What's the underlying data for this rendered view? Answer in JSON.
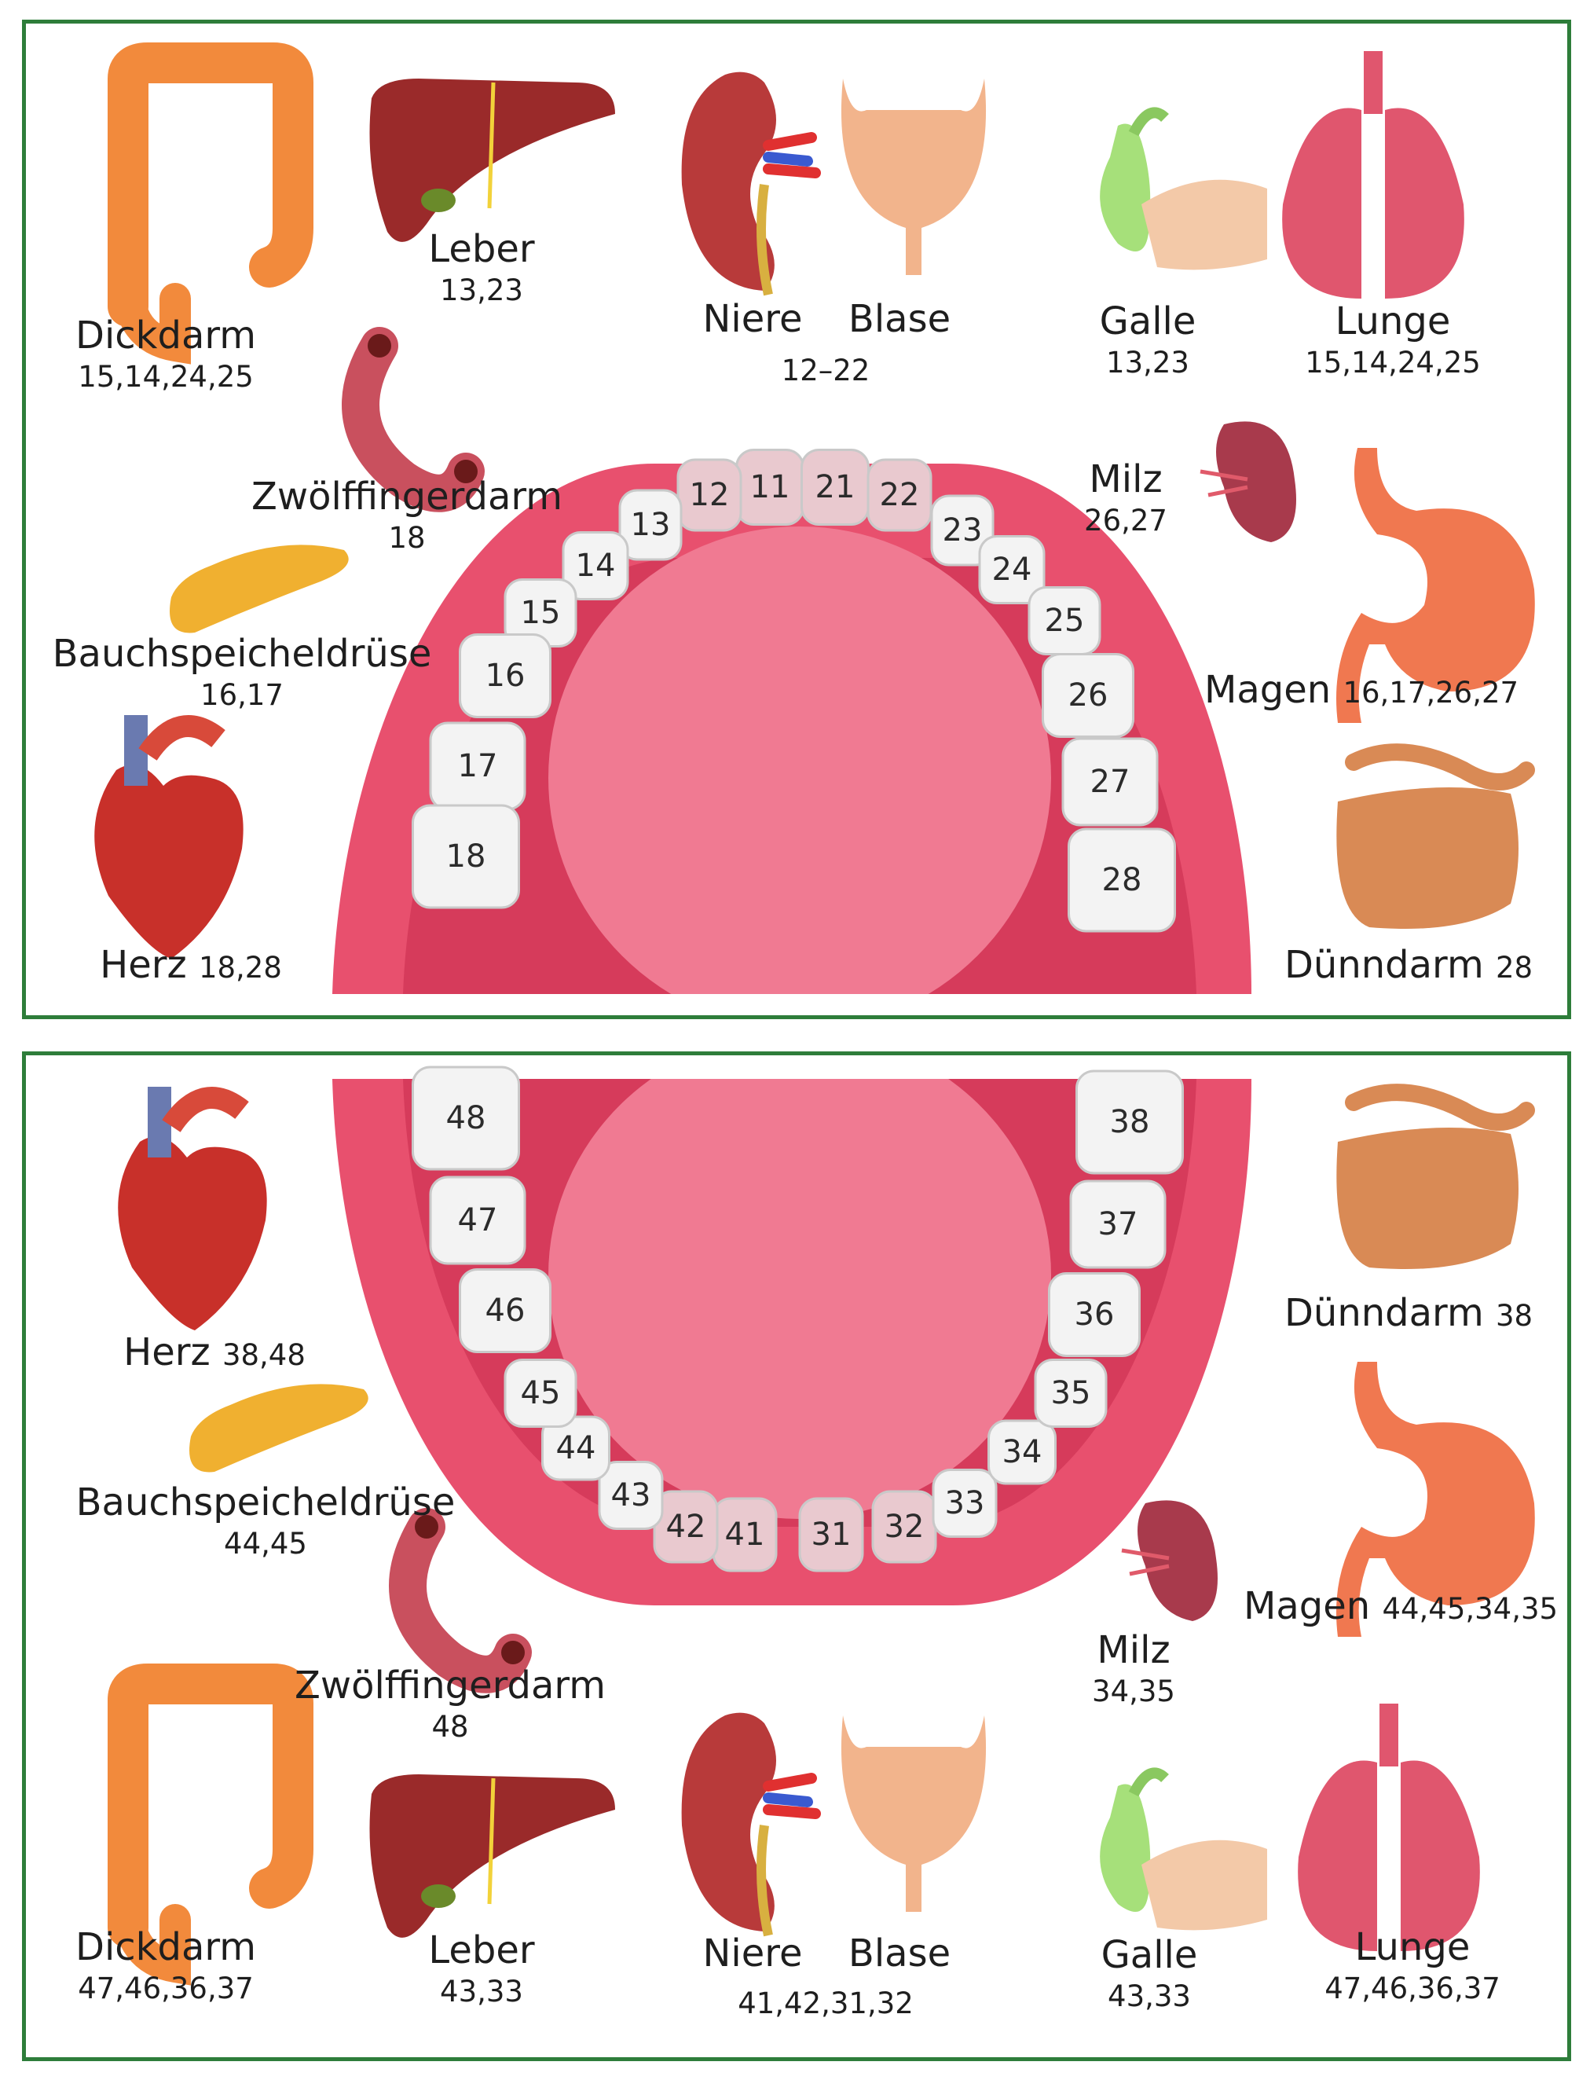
{
  "upper": {
    "organs": {
      "dickdarm": {
        "name": "Dickdarm",
        "teeth": "15,14,24,25"
      },
      "leber": {
        "name": "Leber",
        "teeth": "13,23"
      },
      "niere": {
        "name": "Niere"
      },
      "blase": {
        "name": "Blase"
      },
      "niere_blase_teeth": "12–22",
      "galle": {
        "name": "Galle",
        "teeth": "13,23"
      },
      "lunge": {
        "name": "Lunge",
        "teeth": "15,14,24,25"
      },
      "zwoelffingerdarm": {
        "name": "Zwölffingerdarm",
        "teeth": "18"
      },
      "milz": {
        "name": "Milz",
        "teeth": "26,27"
      },
      "bauchspeicheldruese": {
        "name": "Bauchspeicheldrüse",
        "teeth": "16,17"
      },
      "magen": {
        "name": "Magen",
        "teeth": "16,17,26,27"
      },
      "herz": {
        "name": "Herz",
        "teeth": "18,28"
      },
      "duenndarm": {
        "name": "Dünndarm",
        "teeth": "28"
      }
    },
    "teeth": [
      "11",
      "12",
      "13",
      "14",
      "15",
      "16",
      "17",
      "18",
      "21",
      "22",
      "23",
      "24",
      "25",
      "26",
      "27",
      "28"
    ]
  },
  "lower": {
    "organs": {
      "herz": {
        "name": "Herz",
        "teeth": "38,48"
      },
      "duenndarm": {
        "name": "Dünndarm",
        "teeth": "38"
      },
      "bauchspeicheldruese": {
        "name": "Bauchspeicheldrüse",
        "teeth": "44,45"
      },
      "magen": {
        "name": "Magen",
        "teeth": "44,45,34,35"
      },
      "milz": {
        "name": "Milz",
        "teeth": "34,35"
      },
      "zwoelffingerdarm": {
        "name": "Zwölffingerdarm",
        "teeth": "48"
      },
      "dickdarm": {
        "name": "Dickdarm",
        "teeth": "47,46,36,37"
      },
      "leber": {
        "name": "Leber",
        "teeth": "43,33"
      },
      "niere": {
        "name": "Niere"
      },
      "blase": {
        "name": "Blase"
      },
      "niere_blase_teeth": "41,42,31,32",
      "galle": {
        "name": "Galle",
        "teeth": "43,33"
      },
      "lunge": {
        "name": "Lunge",
        "teeth": "47,46,36,37"
      }
    },
    "teeth": [
      "31",
      "32",
      "33",
      "34",
      "35",
      "36",
      "37",
      "38",
      "41",
      "42",
      "43",
      "44",
      "45",
      "46",
      "47",
      "48"
    ]
  },
  "colors": {
    "border": "#2e7d3a",
    "gum": "#e8506e",
    "tongue": "#f07a92",
    "tooth": "#f3f3f3",
    "incisor_tint": "#e9c9cf",
    "colon": "#f28a3c",
    "liver": "#9a2a2a",
    "kidney": "#b83a3a",
    "bladder": "#f2b48c",
    "gallbladder": "#a6e07a",
    "lung": "#e0566e",
    "duodenum": "#c9505e",
    "spleen": "#a83a4c",
    "pancreas": "#f0b030",
    "stomach": "#f07850",
    "heart": "#c8302a",
    "small_intestine": "#d98a55"
  }
}
